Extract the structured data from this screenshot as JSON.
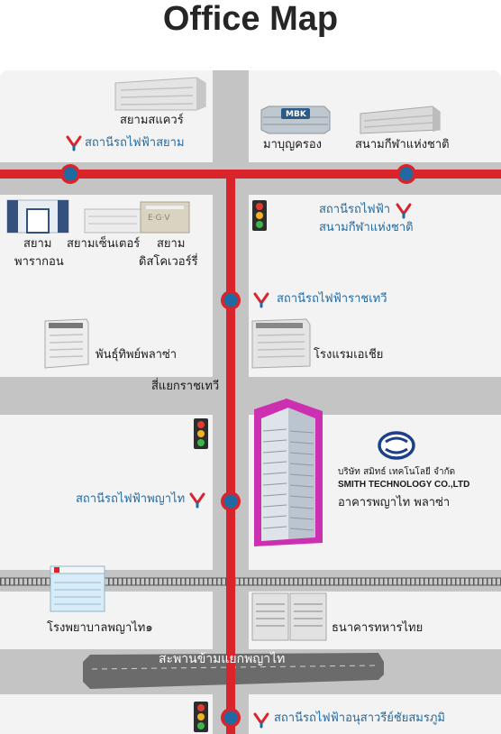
{
  "title": "Office Map",
  "colors": {
    "road": "#d9242b",
    "station": "#1f6aa3",
    "highlight": "#cc2fb0",
    "block": "#f2f2f2"
  },
  "labels": {
    "siam_square": "สยามสแควร์",
    "siam_station": "สถานีรถไฟฟ้าสยาม",
    "mbk": "มาบุญครอง",
    "mbk_sign": "MBK",
    "national_stadium": "สนามกีฬาแห่งชาติ",
    "siam_paragon_1": "สยาม",
    "siam_paragon_2": "พารากอน",
    "siam_center": "สยามเซ็นเตอร์",
    "siam_discovery_1": "สยาม",
    "siam_discovery_2": "ดิสโคเวอร์รี่",
    "egv": "E·G·V",
    "stadium_station_1": "สถานีรถไฟฟ้า",
    "stadium_station_2": "สนามกีฬาแห่งชาติ",
    "ratchathewi_station": "สถานีรถไฟฟ้าราชเทวี",
    "pantip": "พันธุ์ทิพย์พลาซ่า",
    "asia_hotel": "โรงแรมเอเชีย",
    "ratchathewi_junction": "สี่แยกราชเทวี",
    "phayathai_station": "สถานีรถไฟฟ้าพญาไท",
    "company_th": "บริษัท สมิทธ์ เทคโนโลยี จำกัด",
    "company_en": "SMITH TECHNOLOGY CO.,LTD",
    "phayathai_plaza": "อาคารพญาไท พลาซ่า",
    "hospital": "โรงพยาบาลพญาไท๑",
    "tmb": "ธนาคารทหารไทย",
    "bridge": "สะพานข้ามแยกพญาไท",
    "victory_station": "สถานีรถไฟฟ้าอนุสาวรีย์ชัยสมรภูมิ"
  }
}
